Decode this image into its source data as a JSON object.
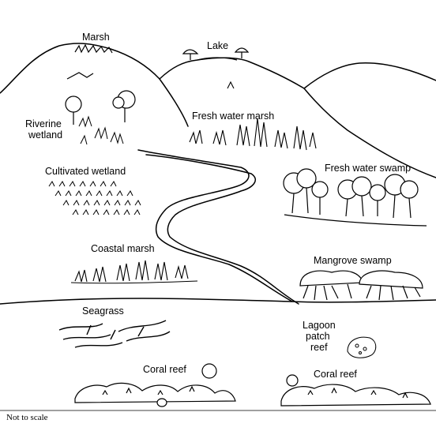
{
  "diagram": {
    "labels": {
      "marsh": "Marsh",
      "lake": "Lake",
      "riverine_line1": "Riverine",
      "riverine_line2": "wetland",
      "fresh_water_marsh": "Fresh water marsh",
      "cultivated_wetland": "Cultivated wetland",
      "fresh_water_swamp": "Fresh water swamp",
      "coastal_marsh": "Coastal marsh",
      "mangrove_swamp": "Mangrove swamp",
      "seagrass": "Seagrass",
      "lagoon_line1": "Lagoon",
      "lagoon_line2": "patch",
      "lagoon_line3": "reef",
      "coral_reef_left": "Coral reef",
      "coral_reef_right": "Coral reef"
    },
    "note": "Not to scale",
    "colors": {
      "ink": "#000000",
      "background": "#ffffff"
    }
  }
}
